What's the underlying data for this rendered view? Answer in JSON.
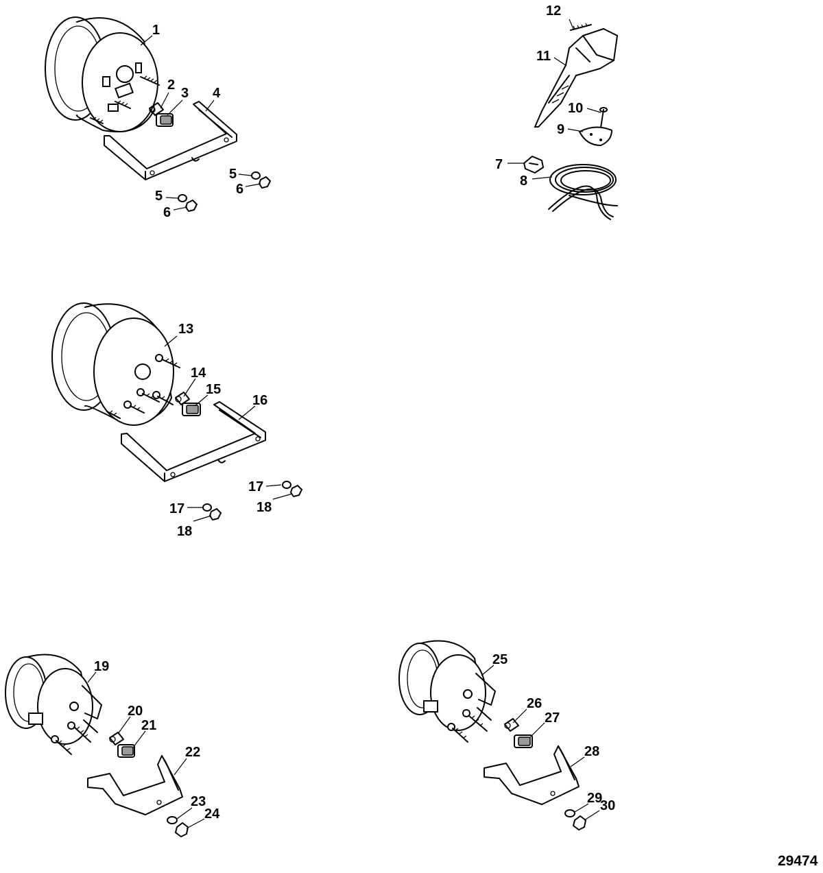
{
  "callouts": [
    {
      "num": "1"
    },
    {
      "num": "2"
    },
    {
      "num": "3"
    },
    {
      "num": "4"
    },
    {
      "num": "5"
    },
    {
      "num": "5"
    },
    {
      "num": "6"
    },
    {
      "num": "6"
    },
    {
      "num": "7"
    },
    {
      "num": "8"
    },
    {
      "num": "9"
    },
    {
      "num": "10"
    },
    {
      "num": "11"
    },
    {
      "num": "12"
    },
    {
      "num": "13"
    },
    {
      "num": "14"
    },
    {
      "num": "15"
    },
    {
      "num": "16"
    },
    {
      "num": "17"
    },
    {
      "num": "17"
    },
    {
      "num": "18"
    },
    {
      "num": "18"
    },
    {
      "num": "19"
    },
    {
      "num": "20"
    },
    {
      "num": "21"
    },
    {
      "num": "22"
    },
    {
      "num": "23"
    },
    {
      "num": "24"
    },
    {
      "num": "25"
    },
    {
      "num": "26"
    },
    {
      "num": "27"
    },
    {
      "num": "28"
    },
    {
      "num": "29"
    },
    {
      "num": "30"
    }
  ],
  "figure_id": "29474"
}
